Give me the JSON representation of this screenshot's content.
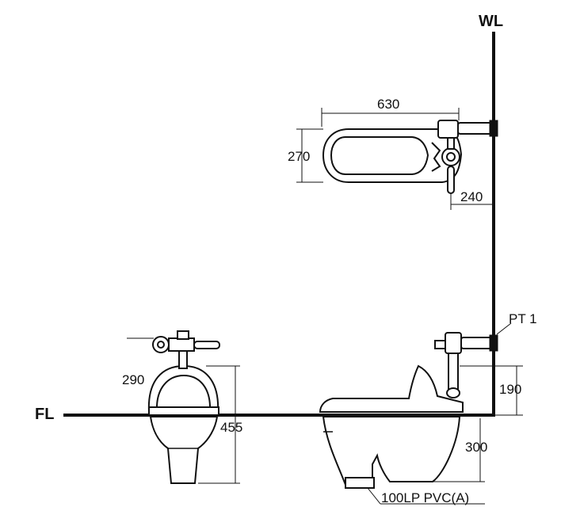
{
  "labels": {
    "wall_line": "WL",
    "floor_line": "FL",
    "pipe_tag": "PT 1",
    "drain": "100LP PVC(A)"
  },
  "dimensions": {
    "top_width": "630",
    "top_depth": "270",
    "valve_offset": "240",
    "valve_height_left": "290",
    "total_height_left": "455",
    "valve_height_right": "190",
    "below_floor_right": "300"
  }
}
